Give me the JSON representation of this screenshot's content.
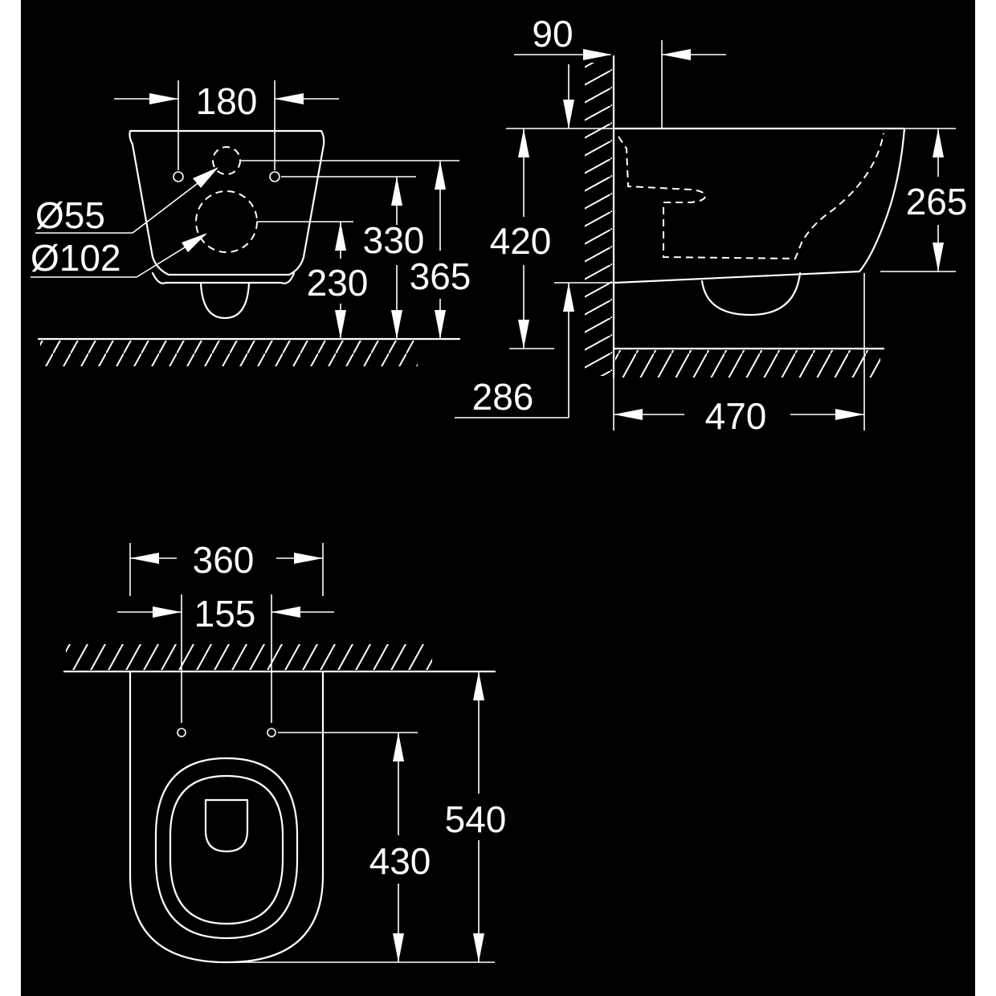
{
  "front_view": {
    "dimensions": {
      "bolt_spacing": "180",
      "outlet_diameter_small": "Ø55",
      "outlet_diameter_large": "Ø102",
      "bolt_height": "330",
      "outlet_height": "230",
      "top_height": "365"
    }
  },
  "side_view": {
    "dimensions": {
      "wall_offset": "90",
      "mount_height": "420",
      "bowl_depth": "265",
      "waste_height": "286",
      "projection": "470"
    }
  },
  "top_view": {
    "dimensions": {
      "overall_width": "360",
      "bolt_spacing": "155",
      "bolt_depth": "430",
      "overall_depth": "540"
    }
  },
  "colors": {
    "background": "#000000",
    "line": "#ffffff",
    "page": "#ffffff"
  }
}
